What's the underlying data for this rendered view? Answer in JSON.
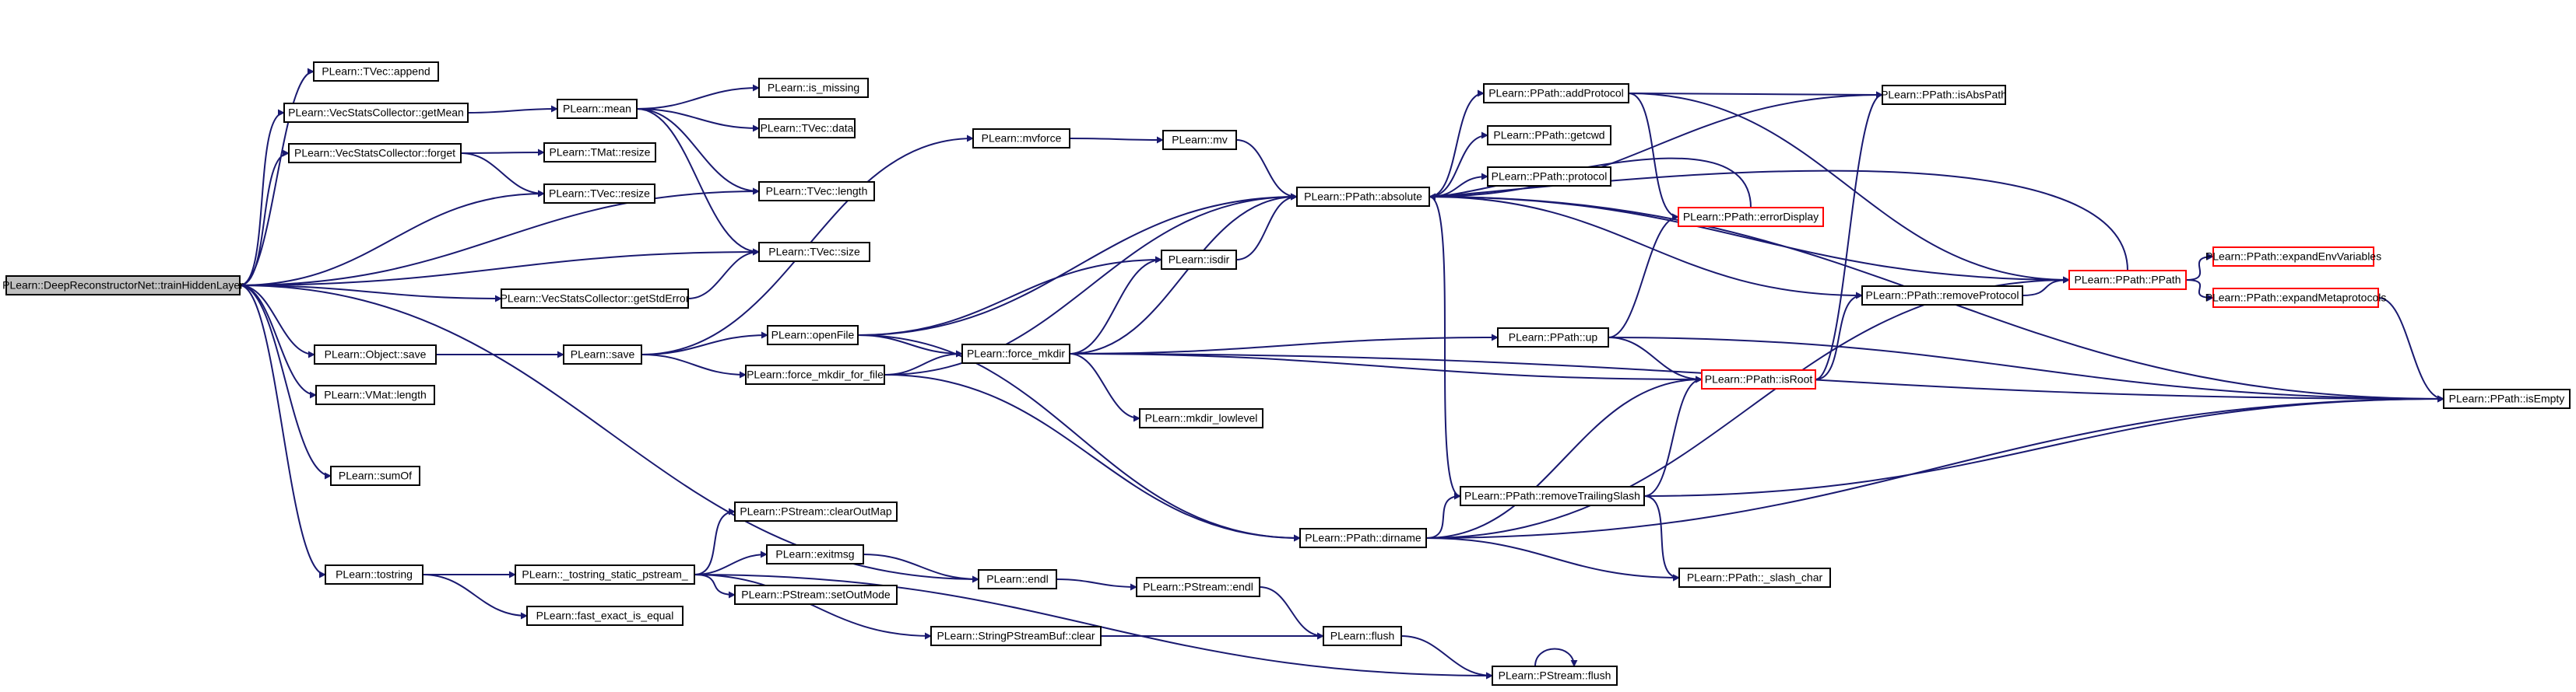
{
  "colors": {
    "edge": "#191970",
    "root_fill": "#bfbfbf",
    "red_border": "#ff0000"
  },
  "nodes": {
    "root": "PLearn::DeepReconstructorNet::trainHiddenLayer",
    "tvec_append": "PLearn::TVec::append",
    "vsc_getmean": "PLearn::VecStatsCollector::getMean",
    "mean": "PLearn::mean",
    "is_missing": "PLearn::is_missing",
    "tvec_data": "PLearn::TVec::data",
    "vsc_forget": "PLearn::VecStatsCollector::forget",
    "tmat_resize": "PLearn::TMat::resize",
    "tvec_resize": "PLearn::TVec::resize",
    "tvec_length": "PLearn::TVec::length",
    "tvec_size": "PLearn::TVec::size",
    "vsc_getstderr": "PLearn::VecStatsCollector::getStdError",
    "object_save": "PLearn::Object::save",
    "save": "PLearn::save",
    "vmat_length": "PLearn::VMat::length",
    "sumof": "PLearn::sumOf",
    "tostring": "PLearn::tostring",
    "tostring_static": "PLearn::_tostring_static_pstream_",
    "fast_exact": "PLearn::fast_exact_is_equal",
    "clearoutmap": "PLearn::PStream::clearOutMap",
    "exitmsg": "PLearn::exitmsg",
    "setoutmode": "PLearn::PStream::setOutMode",
    "spsb_clear": "PLearn::StringPStreamBuf::clear",
    "mvforce": "PLearn::mvforce",
    "mv": "PLearn::mv",
    "openfile": "PLearn::openFile",
    "force_mkdir_for_file": "PLearn::force_mkdir_for_file",
    "isdir": "PLearn::isdir",
    "force_mkdir": "PLearn::force_mkdir",
    "mkdir_lowlevel": "PLearn::mkdir_lowlevel",
    "endl": "PLearn::endl",
    "pstream_endl": "PLearn::PStream::endl",
    "flush": "PLearn::flush",
    "pstream_flush": "PLearn::PStream::flush",
    "ppath_absolute": "PLearn::PPath::absolute",
    "addprotocol": "PLearn::PPath::addProtocol",
    "getcwd": "PLearn::PPath::getcwd",
    "protocol": "PLearn::PPath::protocol",
    "errordisplay": "PLearn::PPath::errorDisplay",
    "ppath_up": "PLearn::PPath::up",
    "isroot": "PLearn::PPath::isRoot",
    "removetrailingslash": "PLearn::PPath::removeTrailingSlash",
    "dirname": "PLearn::PPath::dirname",
    "slash_char": "PLearn::PPath::_slash_char",
    "isabspath": "PLearn::PPath::isAbsPath",
    "removeprotocol": "PLearn::PPath::removeProtocol",
    "ppath_ppath": "PLearn::PPath::PPath",
    "expandenv": "PLearn::PPath::expandEnvVariables",
    "expandmeta": "PLearn::PPath::expandMetaprotocols",
    "isempty": "PLearn::PPath::isEmpty"
  },
  "edges": [
    [
      "root",
      "tvec_append"
    ],
    [
      "root",
      "vsc_getmean"
    ],
    [
      "root",
      "vsc_forget"
    ],
    [
      "root",
      "tvec_resize"
    ],
    [
      "root",
      "tvec_length"
    ],
    [
      "root",
      "tvec_size"
    ],
    [
      "root",
      "vsc_getstderr"
    ],
    [
      "root",
      "object_save"
    ],
    [
      "root",
      "vmat_length"
    ],
    [
      "root",
      "sumof"
    ],
    [
      "root",
      "tostring"
    ],
    [
      "root",
      "endl"
    ],
    [
      "vsc_getmean",
      "mean"
    ],
    [
      "mean",
      "is_missing"
    ],
    [
      "mean",
      "tvec_data"
    ],
    [
      "mean",
      "tvec_length"
    ],
    [
      "mean",
      "tvec_size"
    ],
    [
      "vsc_forget",
      "tmat_resize"
    ],
    [
      "vsc_forget",
      "tvec_resize"
    ],
    [
      "vsc_getstderr",
      "tvec_size"
    ],
    [
      "object_save",
      "save"
    ],
    [
      "save",
      "mvforce"
    ],
    [
      "save",
      "openfile"
    ],
    [
      "save",
      "force_mkdir_for_file"
    ],
    [
      "tostring",
      "tostring_static"
    ],
    [
      "tostring",
      "fast_exact"
    ],
    [
      "tostring_static",
      "clearoutmap"
    ],
    [
      "tostring_static",
      "exitmsg"
    ],
    [
      "tostring_static",
      "setoutmode"
    ],
    [
      "tostring_static",
      "spsb_clear"
    ],
    [
      "tostring_static",
      "pstream_flush"
    ],
    [
      "exitmsg",
      "endl"
    ],
    [
      "mvforce",
      "mv"
    ],
    [
      "mv",
      "ppath_absolute"
    ],
    [
      "openfile",
      "ppath_absolute"
    ],
    [
      "openfile",
      "isdir"
    ],
    [
      "openfile",
      "force_mkdir"
    ],
    [
      "openfile",
      "dirname"
    ],
    [
      "force_mkdir_for_file",
      "force_mkdir"
    ],
    [
      "force_mkdir_for_file",
      "ppath_absolute"
    ],
    [
      "force_mkdir_for_file",
      "dirname"
    ],
    [
      "isdir",
      "ppath_absolute"
    ],
    [
      "force_mkdir",
      "isdir"
    ],
    [
      "force_mkdir",
      "ppath_absolute"
    ],
    [
      "force_mkdir",
      "mkdir_lowlevel"
    ],
    [
      "force_mkdir",
      "ppath_up"
    ],
    [
      "force_mkdir",
      "isroot"
    ],
    [
      "force_mkdir",
      "isempty"
    ],
    [
      "endl",
      "pstream_endl"
    ],
    [
      "pstream_endl",
      "flush"
    ],
    [
      "spsb_clear",
      "flush"
    ],
    [
      "flush",
      "pstream_flush"
    ],
    [
      "pstream_flush",
      "pstream_flush"
    ],
    [
      "ppath_absolute",
      "addprotocol"
    ],
    [
      "ppath_absolute",
      "getcwd"
    ],
    [
      "ppath_absolute",
      "protocol"
    ],
    [
      "ppath_absolute",
      "isabspath"
    ],
    [
      "ppath_absolute",
      "isempty"
    ],
    [
      "ppath_absolute",
      "removeprotocol"
    ],
    [
      "ppath_absolute",
      "ppath_ppath"
    ],
    [
      "ppath_absolute",
      "removetrailingslash"
    ],
    [
      "addprotocol",
      "isabspath"
    ],
    [
      "addprotocol",
      "errordisplay"
    ],
    [
      "addprotocol",
      "ppath_ppath"
    ],
    [
      "errordisplay",
      "ppath_absolute"
    ],
    [
      "ppath_up",
      "errordisplay"
    ],
    [
      "ppath_up",
      "isroot"
    ],
    [
      "ppath_up",
      "isempty"
    ],
    [
      "isroot",
      "isabspath"
    ],
    [
      "isroot",
      "removeprotocol"
    ],
    [
      "removeprotocol",
      "ppath_ppath"
    ],
    [
      "ppath_ppath",
      "ppath_absolute"
    ],
    [
      "ppath_ppath",
      "expandenv"
    ],
    [
      "ppath_ppath",
      "expandmeta"
    ],
    [
      "expandmeta",
      "isempty"
    ],
    [
      "dirname",
      "removetrailingslash"
    ],
    [
      "dirname",
      "isroot"
    ],
    [
      "dirname",
      "ppath_ppath"
    ],
    [
      "dirname",
      "slash_char"
    ],
    [
      "dirname",
      "isempty"
    ],
    [
      "removetrailingslash",
      "isroot"
    ],
    [
      "removetrailingslash",
      "slash_char"
    ],
    [
      "removetrailingslash",
      "isempty"
    ]
  ]
}
